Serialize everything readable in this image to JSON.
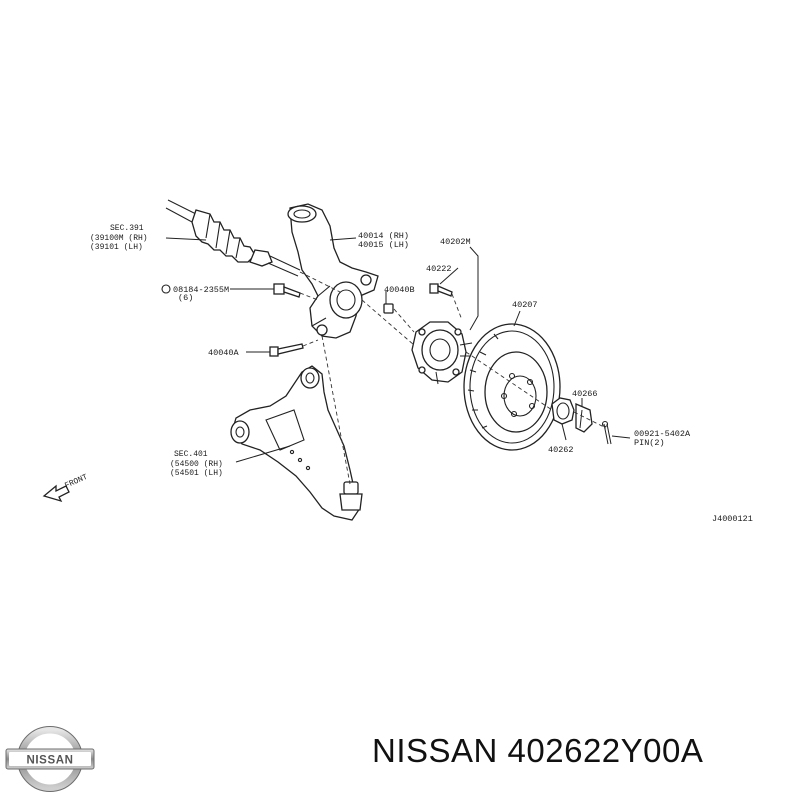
{
  "callouts": {
    "sec391": {
      "line1": "SEC.391",
      "line2": "(39100M (RH)",
      "line3": "(39101  (LH)"
    },
    "knuckle": {
      "line1": "40014 (RH)",
      "line2": "40015 (LH)"
    },
    "bolt_08184": {
      "line1": "08184-2355M",
      "line2": "(6)"
    },
    "p40040B": "40040B",
    "p40040A": "40040A",
    "p40202M": "40202M",
    "p40222": "40222",
    "p40207": "40207",
    "p40266": "40266",
    "p40262": "40262",
    "pin": {
      "line1": "00921-5402A",
      "line2": "PIN(2)"
    },
    "sec401": {
      "line1": "SEC.401",
      "line2": "(54500 (RH)",
      "line3": "(54501 (LH)"
    },
    "front": "FRONT",
    "ref_code": "J4000121"
  },
  "brand": {
    "logo_text": "NISSAN",
    "caption": "NISSAN 402622Y00A"
  }
}
